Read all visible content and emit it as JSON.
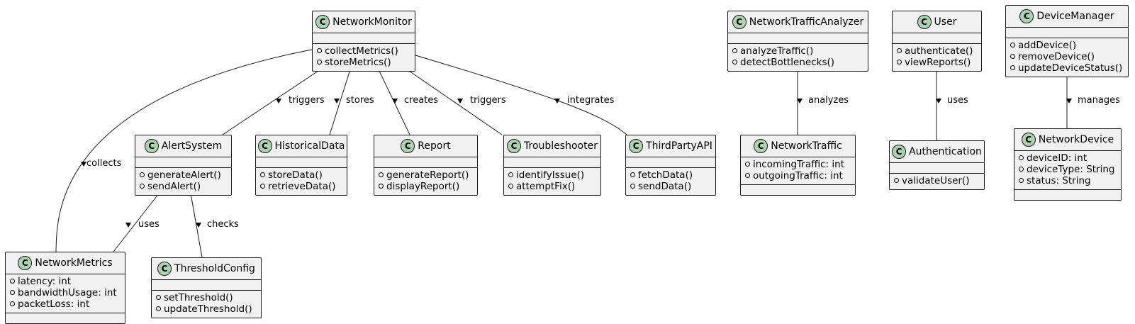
{
  "classes": [
    {
      "id": "NetworkMonitor",
      "name": "NetworkMonitor",
      "fields": [],
      "methods": [
        "collectMetrics()",
        "storeMetrics()"
      ]
    },
    {
      "id": "AlertSystem",
      "name": "AlertSystem",
      "fields": [],
      "methods": [
        "generateAlert()",
        "sendAlert()"
      ]
    },
    {
      "id": "HistoricalData",
      "name": "HistoricalData",
      "fields": [],
      "methods": [
        "storeData()",
        "retrieveData()"
      ]
    },
    {
      "id": "Report",
      "name": "Report",
      "fields": [],
      "methods": [
        "generateReport()",
        "displayReport()"
      ]
    },
    {
      "id": "Troubleshooter",
      "name": "Troubleshooter",
      "fields": [],
      "methods": [
        "identifyIssue()",
        "attemptFix()"
      ]
    },
    {
      "id": "ThirdPartyAPI",
      "name": "ThirdPartyAPI",
      "fields": [],
      "methods": [
        "fetchData()",
        "sendData()"
      ]
    },
    {
      "id": "NetworkMetrics",
      "name": "NetworkMetrics",
      "fields": [
        "latency: int",
        "bandwidthUsage: int",
        "packetLoss: int"
      ],
      "methods": []
    },
    {
      "id": "ThresholdConfig",
      "name": "ThresholdConfig",
      "fields": [],
      "methods": [
        "setThreshold()",
        "updateThreshold()"
      ]
    },
    {
      "id": "NetworkTrafficAnalyzer",
      "name": "NetworkTrafficAnalyzer",
      "fields": [],
      "methods": [
        "analyzeTraffic()",
        "detectBottlenecks()"
      ]
    },
    {
      "id": "NetworkTraffic",
      "name": "NetworkTraffic",
      "fields": [
        "incomingTraffic: int",
        "outgoingTraffic: int"
      ],
      "methods": []
    },
    {
      "id": "User",
      "name": "User",
      "fields": [],
      "methods": [
        "authenticate()",
        "viewReports()"
      ]
    },
    {
      "id": "Authentication",
      "name": "Authentication",
      "fields": [],
      "methods": [
        "validateUser()"
      ]
    },
    {
      "id": "DeviceManager",
      "name": "DeviceManager",
      "fields": [],
      "methods": [
        "addDevice()",
        "removeDevice()",
        "updateDeviceStatus()"
      ]
    },
    {
      "id": "NetworkDevice",
      "name": "NetworkDevice",
      "fields": [
        "deviceID: int",
        "deviceType: String",
        "status: String"
      ],
      "methods": []
    }
  ],
  "relations": [
    {
      "from": "NetworkMonitor",
      "to": "NetworkMetrics",
      "label": "collects",
      "arrow": ">"
    },
    {
      "from": "NetworkMonitor",
      "to": "AlertSystem",
      "label": "triggers",
      "arrow": ">"
    },
    {
      "from": "NetworkMonitor",
      "to": "HistoricalData",
      "label": "stores",
      "arrow": ">"
    },
    {
      "from": "NetworkMonitor",
      "to": "Report",
      "label": "creates",
      "arrow": ">"
    },
    {
      "from": "NetworkMonitor",
      "to": "Troubleshooter",
      "label": "triggers",
      "arrow": ">"
    },
    {
      "from": "NetworkMonitor",
      "to": "ThirdPartyAPI",
      "label": "integrates",
      "arrow": ">"
    },
    {
      "from": "AlertSystem",
      "to": "NetworkMetrics",
      "label": "uses",
      "arrow": ">"
    },
    {
      "from": "AlertSystem",
      "to": "ThresholdConfig",
      "label": "checks",
      "arrow": ">"
    },
    {
      "from": "NetworkTrafficAnalyzer",
      "to": "NetworkTraffic",
      "label": "analyzes",
      "arrow": ">"
    },
    {
      "from": "User",
      "to": "Authentication",
      "label": "uses",
      "arrow": ">"
    },
    {
      "from": "DeviceManager",
      "to": "NetworkDevice",
      "label": "manages",
      "arrow": ">"
    }
  ],
  "class_icon_letter": "C",
  "colors": {
    "class_bg": "#F1F1F1",
    "icon_bg": "#ADD1B2",
    "border": "#181818",
    "line": "#181818"
  }
}
